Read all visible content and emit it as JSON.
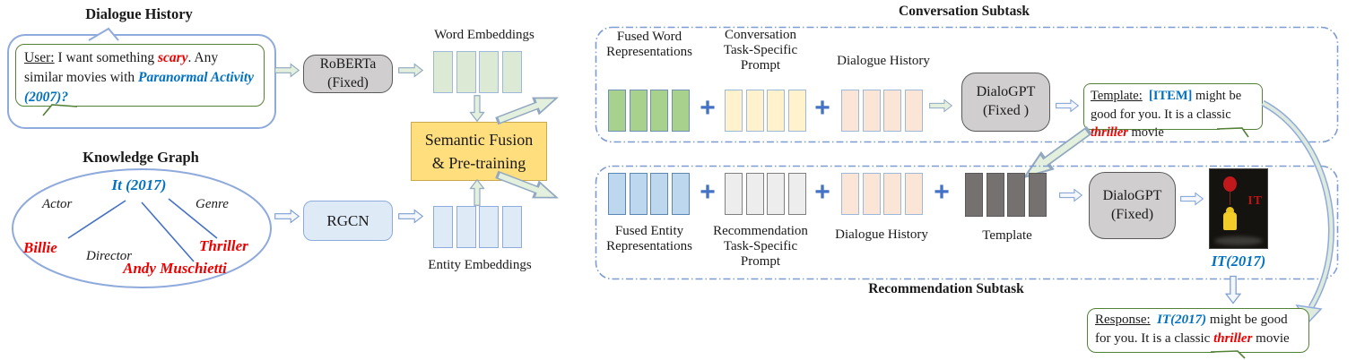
{
  "layout": {
    "bars_per_group": 4
  },
  "colors": {
    "accent_blue": "#0070C0",
    "highlight_red": "#EE0000",
    "plus_blue": "#4472C4",
    "container_border": "#7E9CD0",
    "bubble_green": "#538135",
    "fusion_fill": "#FFDE7D"
  },
  "dialogue_history": {
    "title": "Dialogue History",
    "speaker": "User:",
    "text_1": " I want something ",
    "highlight_scary": "scary",
    "text_2": ". Any similar movies with ",
    "highlight_movie": "Paranormal Activity (2007)?"
  },
  "knowledge_graph": {
    "title": "Knowledge Graph",
    "center_node": "It (2017)",
    "edge_actor": "Actor",
    "edge_genre": "Genre",
    "edge_director": "Director",
    "node_actor": "Billie",
    "node_genre": "Thriller",
    "node_director": "Andy Muschietti"
  },
  "encoders": {
    "roberta_line1": "RoBERTa",
    "roberta_line2": "(Fixed)",
    "rgcn": "RGCN",
    "word_embeddings_label": "Word Embeddings",
    "entity_embeddings_label": "Entity Embeddings"
  },
  "fusion": {
    "line1": "Semantic Fusion",
    "line2": "& Pre-training"
  },
  "conversation_subtask": {
    "title": "Conversation Subtask",
    "fused_label": "Fused Word Representations",
    "prompt_label": "Conversation Task-Specific Prompt",
    "dialogue_label": "Dialogue History",
    "plus": "+",
    "dialogpt_line1": "DialoGPT",
    "dialogpt_line2": "(Fixed )",
    "template_prefix": "Template:",
    "template_item": "[ITEM]",
    "template_mid": " might be good for you. It is a classic ",
    "template_highlight": "thriller",
    "template_suffix": " movie"
  },
  "recommendation_subtask": {
    "title": "Recommendation Subtask",
    "fused_label": "Fused Entity Representations",
    "prompt_label": "Recommendation Task-Specific Prompt",
    "dialogue_label": "Dialogue History",
    "template_label": "Template",
    "plus": "+",
    "dialogpt_line1": "DialoGPT",
    "dialogpt_line2": "(Fixed)",
    "poster_title": "IT",
    "movie_label": "IT(2017)"
  },
  "response": {
    "prefix": "Response:",
    "item": "IT(2017)",
    "mid": " might be good for you. It is a classic ",
    "highlight": "thriller",
    "suffix": " movie"
  }
}
